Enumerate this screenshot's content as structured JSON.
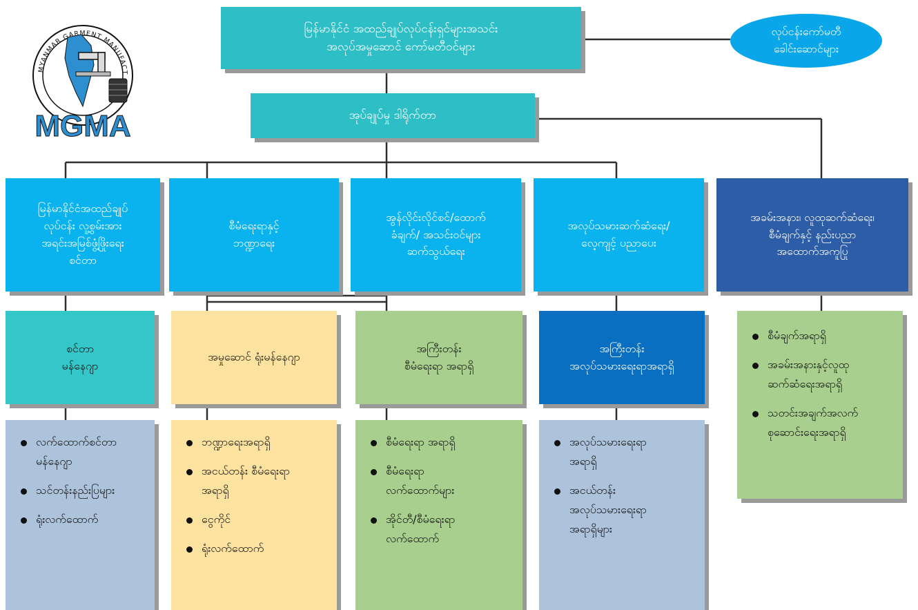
{
  "colors": {
    "teal": "#2ebfc6",
    "cyan": "#0bb3ee",
    "navy": "#2e5da7",
    "blue_mid": "#0a6fc0",
    "aqua": "#33c7c9",
    "cream": "#fee3a0",
    "green": "#a8cf8e",
    "slate": "#adc3dc",
    "line": "#2f2f2f",
    "oval": "#0aa6ea"
  },
  "logo": {
    "text": "MGMA",
    "ring_text": "MYANMAR GARMENT MANUFACTURERS ASSOCIATION",
    "icon": "sewing-machine-map-emblem"
  },
  "top": {
    "lines": [
      "မြန်မာနိုင်ငံ အထည်ချုပ်လုပ်ငန်းရှင်များအသင်း",
      "အလုပ်အမှုဆောင် ကော်မတီဝင်များ"
    ]
  },
  "oval": {
    "lines": [
      "လုပ်ငန်းကော်မတီ",
      "ခေါင်းဆောင်များ"
    ]
  },
  "second": {
    "lines": [
      "အုပ်ချုပ်မှု ဒါရိုက်တာ"
    ]
  },
  "departments": [
    {
      "lines": [
        "မြန်မာနိုင်ငံအထည်ချုပ်",
        "လုပ်ငန်း လူ့စွမ်းအား",
        "အရင်းအမြစ်ဖွံ့ဖြိုးရေး",
        "စင်တာ"
      ]
    },
    {
      "lines": [
        "စီမံရေးရာနှင့်",
        "ဘဏ္ဍာရေး"
      ]
    },
    {
      "lines": [
        "အွန်လိုင်းလိုင်စင်/ထောက်",
        "ခံချက်/ အသင်းဝင်များ",
        "ဆက်သွယ်ရေး"
      ]
    },
    {
      "lines": [
        "အလုပ်သမားဆက်ဆံရေး/",
        "လေ့ကျင့် ပညာပေး"
      ]
    },
    {
      "lines": [
        "အခမ်းအနား၊ လူထုဆက်ဆံရေး၊",
        "စီမံချက်နှင့် နည်းပညာ",
        "အထောက်အကူပြု"
      ]
    }
  ],
  "managers": [
    {
      "lines": [
        "စင်တာ",
        "မန်နေဂျာ"
      ]
    },
    {
      "lines": [
        "အမှုဆောင် ရုံးမန်နေဂျာ"
      ]
    },
    {
      "lines": [
        "အကြီးတန်း",
        "စီမံရေးရာ အရာရှိ"
      ]
    },
    {
      "lines": [
        "အကြီးတန်း",
        "အလုပ်သမားရေးရာအရာရှိ"
      ]
    }
  ],
  "right_list": [
    [
      "စီမံချက်အရာရှိ"
    ],
    [
      "အခမ်းအနားနှင့်လူထု",
      "ဆက်ဆံရေးအရာရှိ"
    ],
    [
      "သတင်းအချက်အလက်",
      "စုဆောင်းရေးအရာရှိ"
    ]
  ],
  "staff_lists": [
    [
      [
        "လက်ထောက်စင်တာ",
        "မန်နေဂျာ"
      ],
      [
        "သင်တန်းနည်းပြများ"
      ],
      [
        "ရုံးလက်ထောက်"
      ]
    ],
    [
      [
        "ဘဏ္ဍာရေးအရာရှိ"
      ],
      [
        "အငယ်တန်း စီမံရေးရာ",
        "အရာရှိ"
      ],
      [
        "ငွေကိုင်"
      ],
      [
        "ရုံးလက်ထောက်"
      ]
    ],
    [
      [
        "စီမံရေးရာ အရာရှိ"
      ],
      [
        "စီမံရေးရာ",
        "လက်ထောက်များ"
      ],
      [
        "အိုင်တီ/စီမံရေးရာ",
        "လက်ထောက်"
      ]
    ],
    [
      [
        "အလုပ်သမားရေးရာ",
        "အရာရှိ"
      ],
      [
        "အငယ်တန်း",
        "အလုပ်သမားရေးရာ",
        "အရာရှိများ"
      ]
    ]
  ]
}
